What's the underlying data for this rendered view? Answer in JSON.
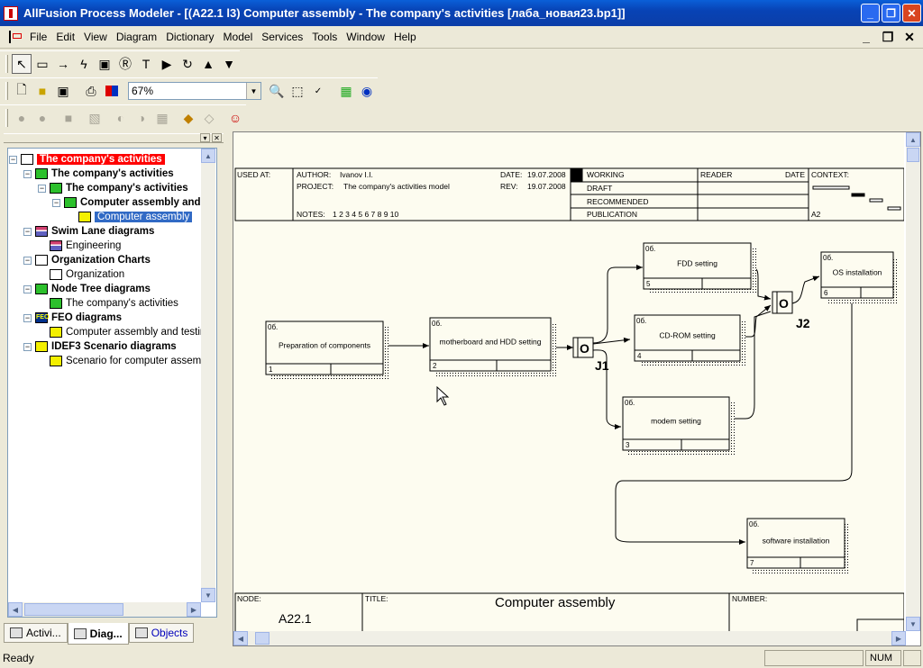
{
  "window": {
    "title": "AllFusion Process Modeler - [(A22.1 l3) Computer assembly - The company's activities  [лаба_новая23.bp1]]",
    "min": "_",
    "max": "❐",
    "close": "✕"
  },
  "menu": [
    "File",
    "Edit",
    "View",
    "Diagram",
    "Dictionary",
    "Model",
    "Services",
    "Tools",
    "Window",
    "Help"
  ],
  "mdi": {
    "min": "_",
    "restore": "❐",
    "close": "✕"
  },
  "toolbar": {
    "zoom": "67%"
  },
  "tree": [
    {
      "label": "The company's activities",
      "level": 0,
      "icon": "group",
      "bold": true,
      "selected_red": true
    },
    {
      "label": "The company's activities",
      "level": 1,
      "icon": "green",
      "bold": true
    },
    {
      "label": "The company's activities",
      "level": 2,
      "icon": "green",
      "bold": true
    },
    {
      "label": "Computer assembly and",
      "level": 3,
      "icon": "green",
      "bold": true
    },
    {
      "label": "Computer assembly",
      "level": 4,
      "icon": "yel",
      "bold": false,
      "selected": true
    },
    {
      "label": "Swim Lane diagrams",
      "level": 1,
      "icon": "mix",
      "bold": true
    },
    {
      "label": "Engineering",
      "level": 2,
      "icon": "mix",
      "bold": false
    },
    {
      "label": "Organization Charts",
      "level": 1,
      "icon": "org",
      "bold": true
    },
    {
      "label": "Organization",
      "level": 2,
      "icon": "org",
      "bold": false
    },
    {
      "label": "Node Tree diagrams",
      "level": 1,
      "icon": "green",
      "bold": true
    },
    {
      "label": "The company's activities",
      "level": 2,
      "icon": "green",
      "bold": false
    },
    {
      "label": "FEO diagrams",
      "level": 1,
      "icon": "feo",
      "bold": true
    },
    {
      "label": "Computer assembly and testing",
      "level": 2,
      "icon": "yel",
      "bold": false
    },
    {
      "label": "IDEF3 Scenario diagrams",
      "level": 1,
      "icon": "yel",
      "bold": true
    },
    {
      "label": "Scenario for computer assembly",
      "level": 2,
      "icon": "yel",
      "bold": false
    }
  ],
  "tabs": [
    "Activi...",
    "Diag...",
    "Objects"
  ],
  "header": {
    "used_at": "USED AT:",
    "author_label": "AUTHOR:",
    "author": "Ivanov I.I.",
    "project_label": "PROJECT:",
    "project": "The company's activities model",
    "notes_label": "NOTES:",
    "notes": "1  2  3  4  5  6  7  8  9  10",
    "date_label": "DATE:",
    "date": "19.07.2008",
    "rev_label": "REV:",
    "rev": "19.07.2008",
    "working": "WORKING",
    "draft": "DRAFT",
    "recommended": "RECOMMENDED",
    "publication": "PUBLICATION",
    "reader": "READER",
    "date2": "DATE",
    "context": "CONTEXT:",
    "context_node": "A2"
  },
  "boxes": [
    {
      "label": "Preparation of components",
      "num": "1",
      "ref": "0б."
    },
    {
      "label": "motherboard and HDD setting",
      "num": "2",
      "ref": "0б."
    },
    {
      "label": "modem setting",
      "num": "3",
      "ref": "0б."
    },
    {
      "label": "CD-ROM setting",
      "num": "4",
      "ref": "0б."
    },
    {
      "label": "FDD setting",
      "num": "5",
      "ref": "0б."
    },
    {
      "label": "OS installation",
      "num": "6",
      "ref": "0б."
    },
    {
      "label": "software installation",
      "num": "7",
      "ref": "0б."
    }
  ],
  "junctions": [
    {
      "type": "O",
      "label": "J1"
    },
    {
      "type": "O",
      "label": "J2"
    }
  ],
  "footer": {
    "node_label": "NODE:",
    "node": "A22.1",
    "title_label": "TITLE:",
    "title": "Computer assembly",
    "number_label": "NUMBER:"
  },
  "status": {
    "text": "Ready",
    "num": "NUM"
  }
}
